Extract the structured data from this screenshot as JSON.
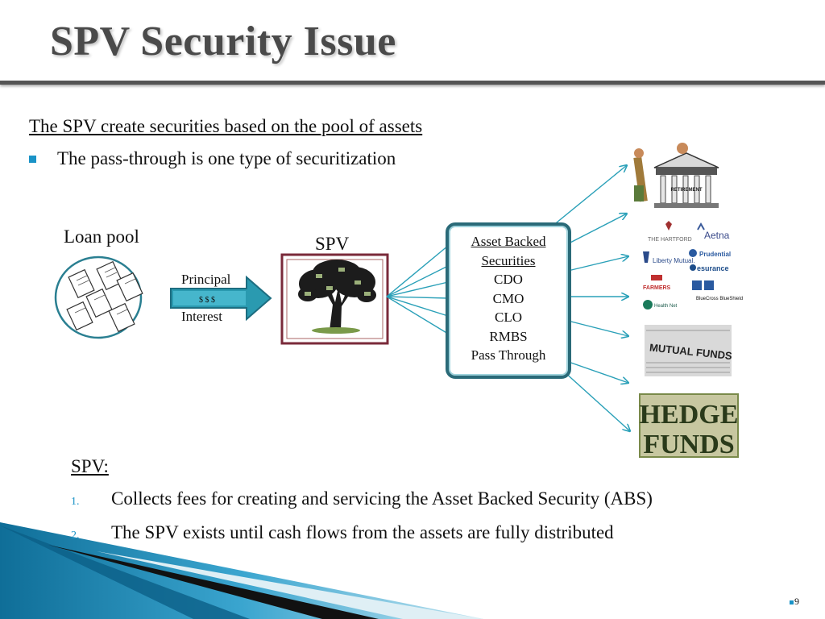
{
  "slide": {
    "title": "SPV Security Issue",
    "subtitle": "The SPV create securities based on the pool of assets",
    "bullet": "The pass-through is one type of securitization",
    "page_number": "9"
  },
  "diagram": {
    "loan_pool_label": "Loan pool",
    "spv_label": "SPV",
    "arrow_top_label": "Principal",
    "arrow_middle_label": "$ $ $",
    "arrow_bottom_label": "Interest",
    "securities": {
      "header_line1": "Asset Backed",
      "header_line2": "Securities",
      "items": [
        "CDO",
        "CMO",
        "CLO",
        "RMBS",
        "Pass Through"
      ]
    },
    "investors": {
      "retirement_sign": "RETIREMENT",
      "insurers": [
        "THE HARTFORD",
        "Aetna",
        "Liberty Mutual.",
        "Prudential",
        "esurance",
        "FARMERS",
        "BlueCross BlueShield",
        "Health Net"
      ],
      "mutual_funds": "MUTUAL FUNDS",
      "hedge_funds_line1": "HEDGE",
      "hedge_funds_line2": "FUNDS"
    }
  },
  "notes": {
    "heading": "SPV:",
    "items": [
      {
        "number": "1.",
        "text": "Collects fees for creating and servicing the Asset Backed Security (ABS)"
      },
      {
        "number": "2.",
        "text": "The SPV exists until cash flows from the assets are fully distributed"
      }
    ]
  },
  "colors": {
    "accent_blue": "#1a93c7",
    "arrow_teal": "#2aa0b8",
    "box_border": "#2a6a78",
    "spv_frame": "#7a2a3a"
  }
}
